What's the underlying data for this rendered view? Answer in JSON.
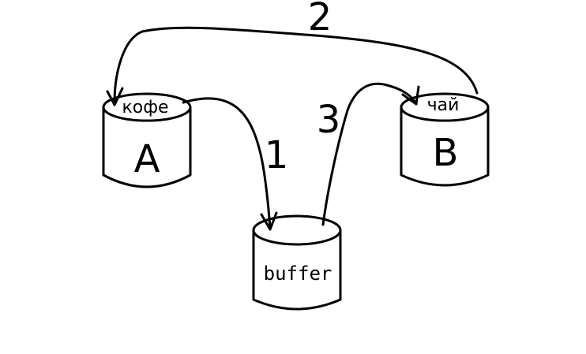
{
  "diagram": {
    "containers": {
      "a": {
        "name": "A",
        "content": "кофе"
      },
      "b": {
        "name": "B",
        "content": "чай"
      },
      "buffer": {
        "name": "buffer"
      }
    },
    "steps": [
      {
        "label": "1",
        "from": "a",
        "to": "buffer"
      },
      {
        "label": "2",
        "from": "b",
        "to": "a"
      },
      {
        "label": "3",
        "from": "buffer",
        "to": "b"
      }
    ],
    "colors": {
      "ink": "#000000",
      "background": "#ffffff"
    }
  }
}
